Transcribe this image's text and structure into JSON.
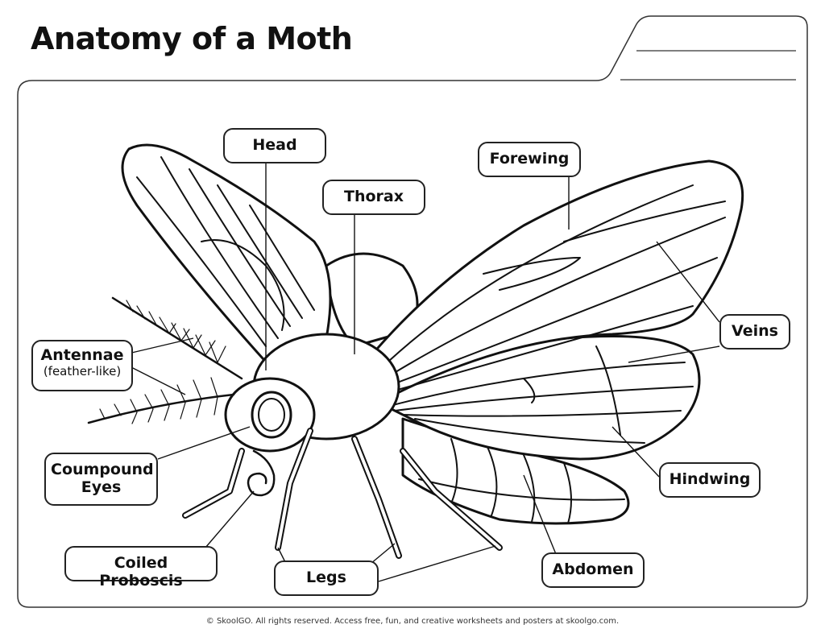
{
  "title": "Anatomy of a Moth",
  "labels": {
    "head": "Head",
    "thorax": "Thorax",
    "forewing": "Forewing",
    "veins": "Veins",
    "antennae": "Antennae",
    "antennae_sub": "(feather-like)",
    "compound_eyes": "Coumpound Eyes",
    "coiled_proboscis": "Coiled Proboscis",
    "legs": "Legs",
    "abdomen": "Abdomen",
    "hindwing": "Hindwing"
  },
  "footer": "© SkoolGO. All rights reserved. Access free, fun, and creative worksheets and posters at skoolgo.com."
}
